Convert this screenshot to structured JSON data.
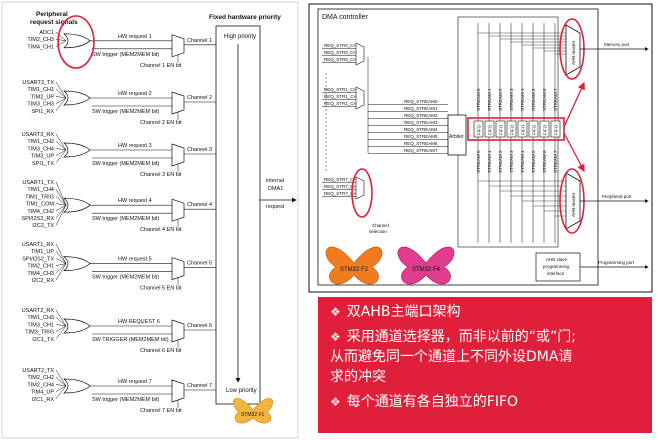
{
  "left": {
    "header_signals": [
      "Peripheral",
      "request signals"
    ],
    "header_priority": "Fixed hardware priority",
    "high_priority": "High priority",
    "low_priority": "Low priority",
    "internal": [
      "internal",
      "DMA1",
      "request"
    ],
    "f1_label": "STM32 F1",
    "channels": [
      {
        "inputs": [
          "ADC1",
          "TIM2_CH3",
          "TIM4_CH1"
        ],
        "hw": "HW request 1",
        "sw": "SW trigger (MEM2MEM bit)",
        "ch": "Channel 1",
        "en": "Channel 1 EN bit"
      },
      {
        "inputs": [
          "USART3_TX",
          "TIM1_CH1",
          "TIM2_UP",
          "TIM3_CH3",
          "SPI1_RX"
        ],
        "hw": "HW request 2",
        "sw": "SW trigger (MEM2MEM bit)",
        "ch": "Channel 2",
        "en": "Channel 2 EN bit"
      },
      {
        "inputs": [
          "USART3_RX",
          "TIM1_CH2",
          "TIM3_CH4",
          "TIM3_UP",
          "SPI1_TX"
        ],
        "hw": "HW request 3",
        "sw": "SW trigger (MEM2MEM bit)",
        "ch": "Channel 3",
        "en": "Channel 3 EN bit"
      },
      {
        "inputs": [
          "USART1_TX",
          "TIM1_CH4",
          "TIM1_TRIG",
          "TIM1_COM",
          "TIM4_CH2",
          "SPI/I2S2_RX",
          "I2C2_TX"
        ],
        "hw": "HW request 4",
        "sw": "SW trigger (MEM2MEM bit)",
        "ch": "Channel 4",
        "en": "Channel 4 EN bit"
      },
      {
        "inputs": [
          "USART1_RX",
          "TIM1_UP",
          "SPI/I2S2_TX",
          "TIM2_CH1",
          "TIM4_CH3",
          "I2C2_RX"
        ],
        "hw": "HW request 5",
        "sw": "SW trigger (MEM2MEM bit)",
        "ch": "Channel 5",
        "en": "Channel 5 EN bit"
      },
      {
        "inputs": [
          "USART2_RX",
          "TIM1_CH3",
          "TIM3_CH1",
          "TIM3_TRIG",
          "I2C1_TX"
        ],
        "hw": "HW REQUEST 6",
        "sw": "SW TRIGGER (MEM2MEM bit)",
        "ch": "Channel 6",
        "en": "Channel 6 EN bit"
      },
      {
        "inputs": [
          "USART2_TX",
          "TIM2_CH2",
          "TIM2_CH4",
          "TIM4_UP",
          "I2C1_RX"
        ],
        "hw": "HW request 7",
        "sw": "SW trigger (MEM2MEM bit)",
        "ch": "Channel 7",
        "en": "Channel 7 EN bit"
      }
    ]
  },
  "right": {
    "title": "DMA controller",
    "req_str_top": [
      "REQ_STR0_CH0",
      "REQ_STR0_CH1",
      "REQ_STR0_CH7"
    ],
    "req_str_mid": [
      "REQ_STR1_CH0",
      "REQ_STR1_CH1",
      "REQ_STR1_CH7"
    ],
    "req_str_bot": [
      "REQ_STR7_CH0",
      "REQ_STR7_CH1",
      "REQ_STR7_CH7"
    ],
    "req_streams": [
      "REQ_STREAM0",
      "REQ_STREAM1",
      "REQ_STREAM2",
      "REQ_STREAM3",
      "REQ_STREAM4",
      "REQ_STREAM5",
      "REQ_STREAM6",
      "REQ_STREAM7"
    ],
    "arbiter": "Arbiter",
    "streams": [
      "STREAM 0",
      "STREAM 1",
      "STREAM 2",
      "STREAM 3",
      "STREAM 4",
      "STREAM 5",
      "STREAM 6",
      "STREAM 7"
    ],
    "fifo": "FIFO",
    "memory_port": "Memory port",
    "peripheral_port": "Peripheral port",
    "programming_port": "Programming port",
    "ahb_master_top": "AHB master",
    "ahb_master_bot": "AHB master",
    "ahb_slave": [
      "AHB slave",
      "programming",
      "interface"
    ],
    "channel_selection": [
      "Channel",
      "selection"
    ],
    "f2_label": "STM32 F2",
    "f4_label": "STM32 F4"
  },
  "bullets": [
    {
      "lines": [
        "双AHB主端口架构"
      ]
    },
    {
      "lines": [
        "采用通道选择器，而非以前的“或”门;",
        "从而避免同一个通道上不同外设DMA请",
        "求的冲突"
      ]
    },
    {
      "lines": [
        "每个通道有各自独立的FIFO"
      ]
    }
  ],
  "colors": {
    "panel_bg": "#e0203a",
    "highlight": "#e0203a",
    "f1_butterfly": "#f3b43c",
    "f2_butterfly": "#f07c1e",
    "f4_butterfly": "#e23c8c"
  }
}
